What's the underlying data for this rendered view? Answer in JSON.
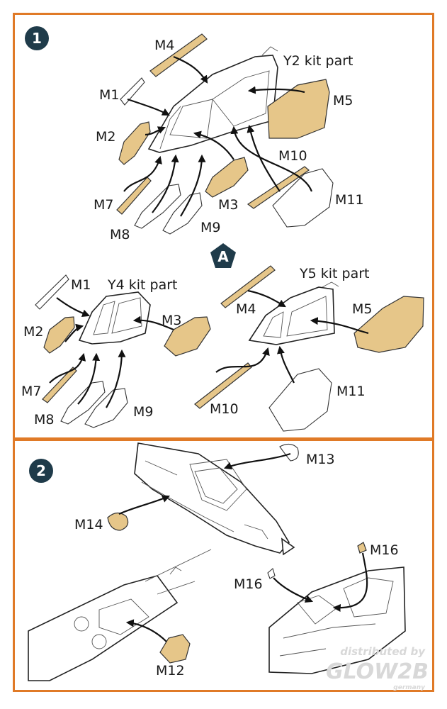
{
  "step1": {
    "badge": "1",
    "labels": {
      "m4": "M4",
      "y2": "Y2 kit part",
      "m1": "M1",
      "m5": "M5",
      "m2": "M2",
      "m10": "M10",
      "m7": "M7",
      "m3": "M3",
      "m11": "M11",
      "m8": "M8",
      "m9": "M9"
    },
    "center_badge": "A",
    "y4": {
      "m1": "M1",
      "title": "Y4 kit part",
      "m2": "M2",
      "m3": "M3",
      "m7": "M7",
      "m8": "M8",
      "m9": "M9"
    },
    "y5": {
      "title": "Y5 kit part",
      "m4": "M4",
      "m5": "M5",
      "m10": "M10",
      "m11": "M11"
    }
  },
  "step2": {
    "badge": "2",
    "labels": {
      "m13": "M13",
      "m14": "M14",
      "m16a": "M16",
      "m16b": "M16",
      "m12": "M12"
    }
  },
  "watermark": {
    "line1": "distributed by",
    "line2": "GLOW2B",
    "line3": "germany"
  },
  "colors": {
    "border": "#e07a27",
    "mask": "#e6c689",
    "badge": "#1f3b4a"
  }
}
